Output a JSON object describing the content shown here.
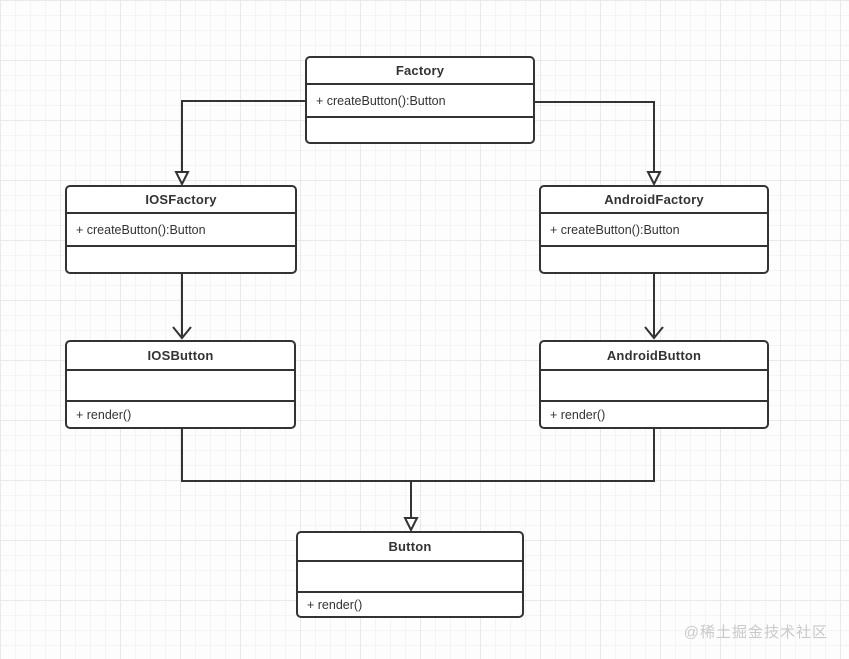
{
  "diagram": {
    "classes": {
      "factory": {
        "name": "Factory",
        "method": "+ createButton():Button"
      },
      "ios_factory": {
        "name": "IOSFactory",
        "method": "+ createButton():Button"
      },
      "android_factory": {
        "name": "AndroidFactory",
        "method": "+ createButton():Button"
      },
      "ios_button": {
        "name": "IOSButton",
        "method": "+ render()"
      },
      "android_button": {
        "name": "AndroidButton",
        "method": "+ render()"
      },
      "button": {
        "name": "Button",
        "method": "+ render()"
      }
    },
    "relations": [
      {
        "from": "Factory",
        "to": "IOSFactory",
        "arrowhead": "hollow-triangle"
      },
      {
        "from": "Factory",
        "to": "AndroidFactory",
        "arrowhead": "hollow-triangle"
      },
      {
        "from": "IOSFactory",
        "to": "IOSButton",
        "arrowhead": "open-v"
      },
      {
        "from": "AndroidFactory",
        "to": "AndroidButton",
        "arrowhead": "open-v"
      },
      {
        "from": "IOSButton",
        "to": "Button",
        "arrowhead": "hollow-triangle"
      },
      {
        "from": "AndroidButton",
        "to": "Button",
        "arrowhead": "hollow-triangle"
      }
    ]
  },
  "watermark": {
    "text": "@稀土掘金技术社区"
  },
  "colors": {
    "stroke": "#333333",
    "box_background": "#ffffff",
    "grid_minor": "#f4f4f4",
    "grid_major": "#e9e9e9",
    "canvas_background": "#fdfdfd",
    "watermark": "#c9c9c9"
  }
}
